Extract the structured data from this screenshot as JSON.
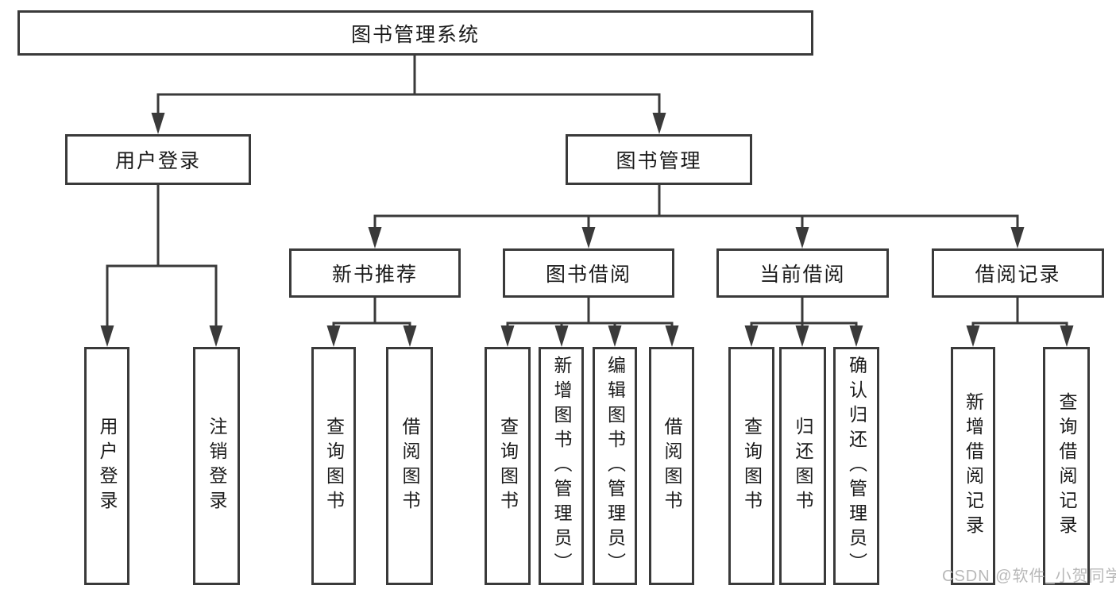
{
  "tree": {
    "root": {
      "label": "图书管理系统"
    },
    "children": [
      {
        "label": "用户登录",
        "children": [
          {
            "label": "用户登录"
          },
          {
            "label": "注销登录"
          }
        ]
      },
      {
        "label": "图书管理",
        "children": [
          {
            "label": "新书推荐",
            "children": [
              {
                "label": "查询图书"
              },
              {
                "label": "借阅图书"
              }
            ]
          },
          {
            "label": "图书借阅",
            "children": [
              {
                "label": "查询图书"
              },
              {
                "label": "新增图书（管理员）"
              },
              {
                "label": "编辑图书（管理员）"
              },
              {
                "label": "借阅图书"
              }
            ]
          },
          {
            "label": "当前借阅",
            "children": [
              {
                "label": "查询图书"
              },
              {
                "label": "归还图书"
              },
              {
                "label": "确认归还（管理员）"
              }
            ]
          },
          {
            "label": "借阅记录",
            "children": [
              {
                "label": "新增借阅记录"
              },
              {
                "label": "查询借阅记录"
              }
            ]
          }
        ]
      }
    ]
  },
  "watermark": {
    "text": "CSDN @软件_小贺同学"
  },
  "colors": {
    "line": "#3a3a3a",
    "text": "#1a1a1a",
    "watermark": "#b8b8b8",
    "background": "#ffffff"
  }
}
